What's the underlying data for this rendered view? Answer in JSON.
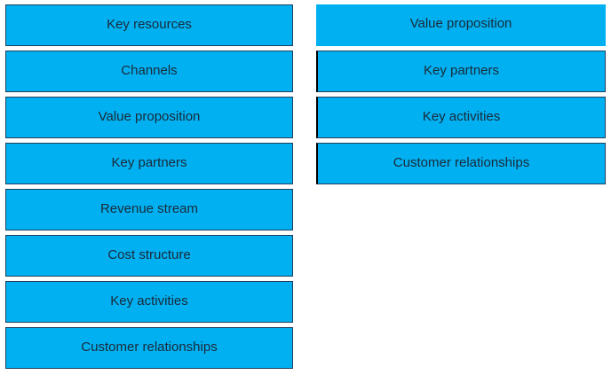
{
  "colors": {
    "tile_background": "#00b0f0",
    "tile_text": "#1b2a3a",
    "page_background": "#ffffff"
  },
  "answer_choices": [
    "Key resources",
    "Channels",
    "Value proposition",
    "Key partners",
    "Revenue stream",
    "Cost structure",
    "Key activities",
    "Customer relationships"
  ],
  "answer_area": [
    "Value proposition",
    "Key partners",
    "Key activities",
    "Customer relationships"
  ]
}
